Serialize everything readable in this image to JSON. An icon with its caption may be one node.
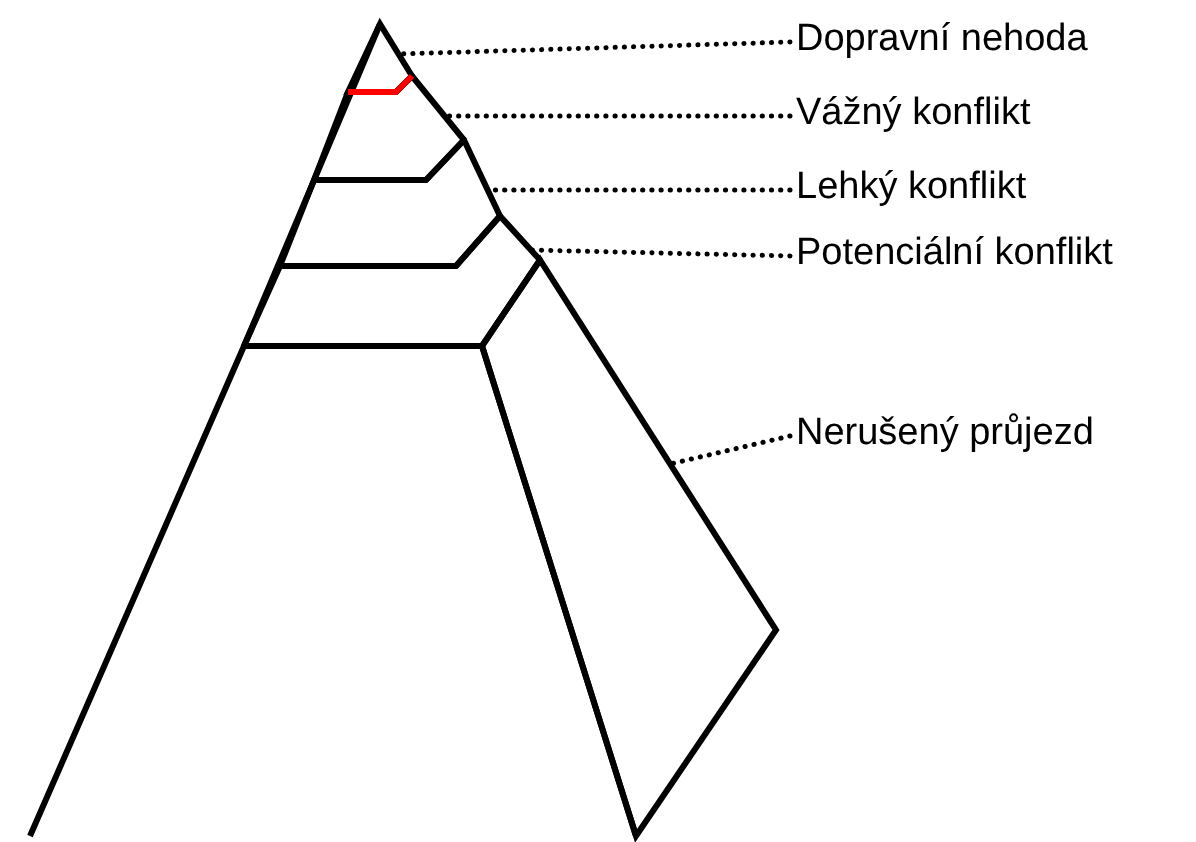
{
  "diagram": {
    "nodes": [
      {
        "text": [
          "Dopravní nehoda"
        ]
      },
      {
        "text": [
          "Vážný konflikt"
        ]
      },
      {
        "text": [
          "Lehký konflikt"
        ]
      },
      {
        "text": [
          "Potenciální konflikt"
        ]
      },
      {
        "text": [
          "Nerušený průjezd"
        ]
      },
      {
        "text": [],
        "shape": "triangle"
      },
      {
        "text": [],
        "shape": "band"
      },
      {
        "text": [],
        "shape": "band"
      },
      {
        "text": [],
        "shape": "band"
      },
      {
        "text": [],
        "shape": "quadrilateral"
      }
    ],
    "edges": [
      {
        "from": 0,
        "to": 5,
        "arrow": "none"
      },
      {
        "from": 1,
        "to": 6,
        "arrow": "none"
      },
      {
        "from": 2,
        "to": 7,
        "arrow": "none"
      },
      {
        "from": 3,
        "to": 8,
        "arrow": "none"
      },
      {
        "from": 4,
        "to": 9,
        "arrow": "none"
      }
    ]
  }
}
